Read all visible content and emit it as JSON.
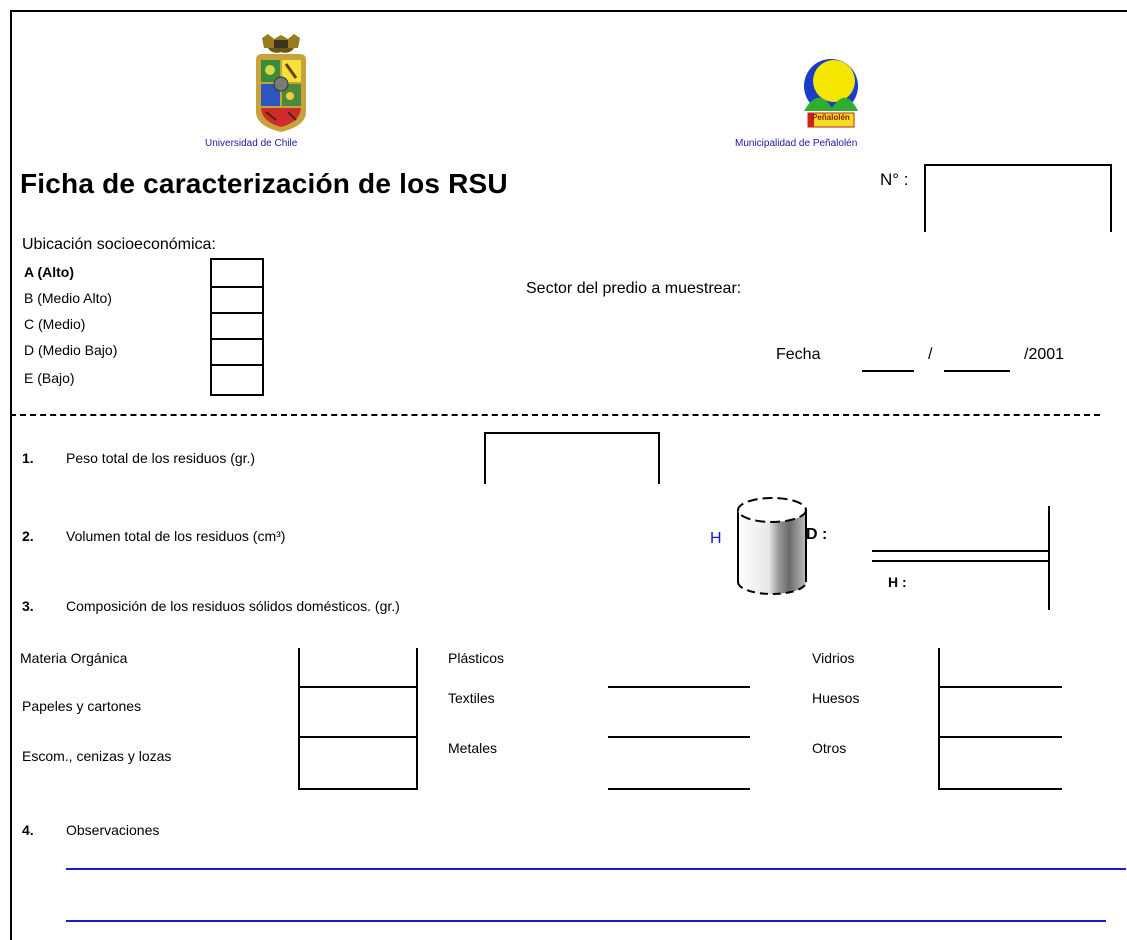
{
  "logos": {
    "left_caption": "Universidad de Chile",
    "right_caption": "Municipalidad de Peñalolén",
    "right_badge": "Peñalolén"
  },
  "header": {
    "title": "Ficha de caracterización de los RSU",
    "number_label": "N° :"
  },
  "socioeconomic": {
    "label": "Ubicación socioeconómica:",
    "options": [
      "A (Alto)",
      "B (Medio Alto)",
      "C (Medio)",
      "D (Medio Bajo)",
      "E (Bajo)"
    ]
  },
  "sector_label": "Sector del predio a muestrear:",
  "fecha": {
    "label": "Fecha",
    "sep1": "/",
    "sep2": "/2001"
  },
  "sections": {
    "s1": {
      "num": "1.",
      "label": "Peso total de los residuos (gr.)"
    },
    "s2": {
      "num": "2.",
      "label": "Volumen total de los residuos (cm³)"
    },
    "s3": {
      "num": "3.",
      "label": "Composición de los residuos sólidos domésticos. (gr.)"
    },
    "s4": {
      "num": "4.",
      "label": "Observaciones"
    }
  },
  "cylinder": {
    "h_label": "H",
    "d_label": "D :",
    "h2_label": "H :"
  },
  "composition": {
    "col1": [
      "Materia Orgánica",
      "Papeles y cartones",
      "Escom., cenizas y lozas"
    ],
    "col2": [
      "Plásticos",
      "Textiles",
      "Metales"
    ],
    "col3": [
      "Vidrios",
      "Huesos",
      "Otros"
    ]
  },
  "colors": {
    "logo_blue": "#1a1aa0",
    "observation_lines": "#1a1ad0",
    "sun_yellow": "#f5e600",
    "sun_blue": "#1a3cc8",
    "hill_green": "#2fae2f"
  },
  "icons": {
    "left_logo": "university-crest-icon",
    "right_logo": "municipal-sun-logo-icon",
    "cylinder": "cylinder-diagram-icon"
  }
}
